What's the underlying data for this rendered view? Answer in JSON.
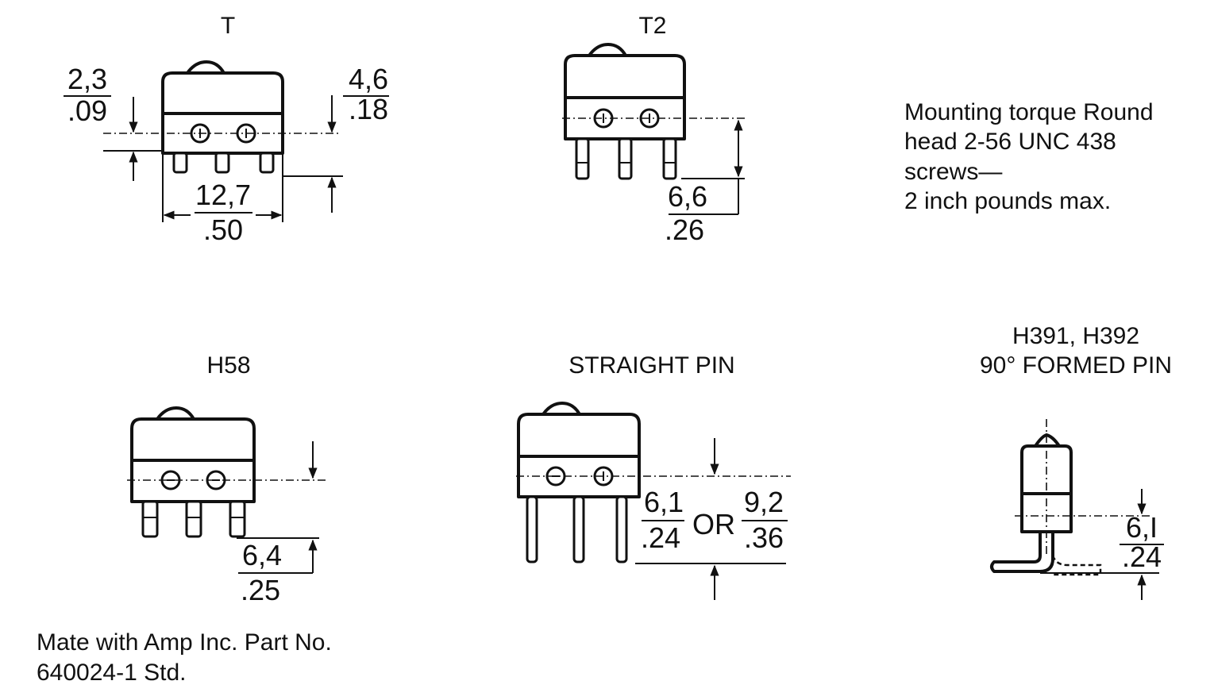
{
  "views": {
    "t": {
      "title": "T",
      "dim_left_mm": "2,3",
      "dim_left_in": ".09",
      "dim_right_mm": "4,6",
      "dim_right_in": ".18",
      "dim_bottom_mm": "12,7",
      "dim_bottom_in": ".50"
    },
    "t2": {
      "title": "T2",
      "dim_mm": "6,6",
      "dim_in": ".26"
    },
    "h58": {
      "title": "H58",
      "dim_mm": "6,4",
      "dim_in": ".25"
    },
    "straight_pin": {
      "title": "STRAIGHT PIN",
      "dim_a_mm": "6,1",
      "dim_a_in": ".24",
      "or_label": "OR",
      "dim_b_mm": "9,2",
      "dim_b_in": ".36"
    },
    "formed_pin": {
      "title_line1": "H391, H392",
      "title_line2": "90° FORMED PIN",
      "dim_mm": "6,I",
      "dim_in": ".24"
    }
  },
  "notes": {
    "mounting": [
      "Mounting torque Round",
      "head 2-56 UNC 438",
      "screws—",
      "2 inch pounds max."
    ],
    "mate": [
      "Mate with Amp Inc. Part No.",
      "640024-1 Std."
    ]
  }
}
